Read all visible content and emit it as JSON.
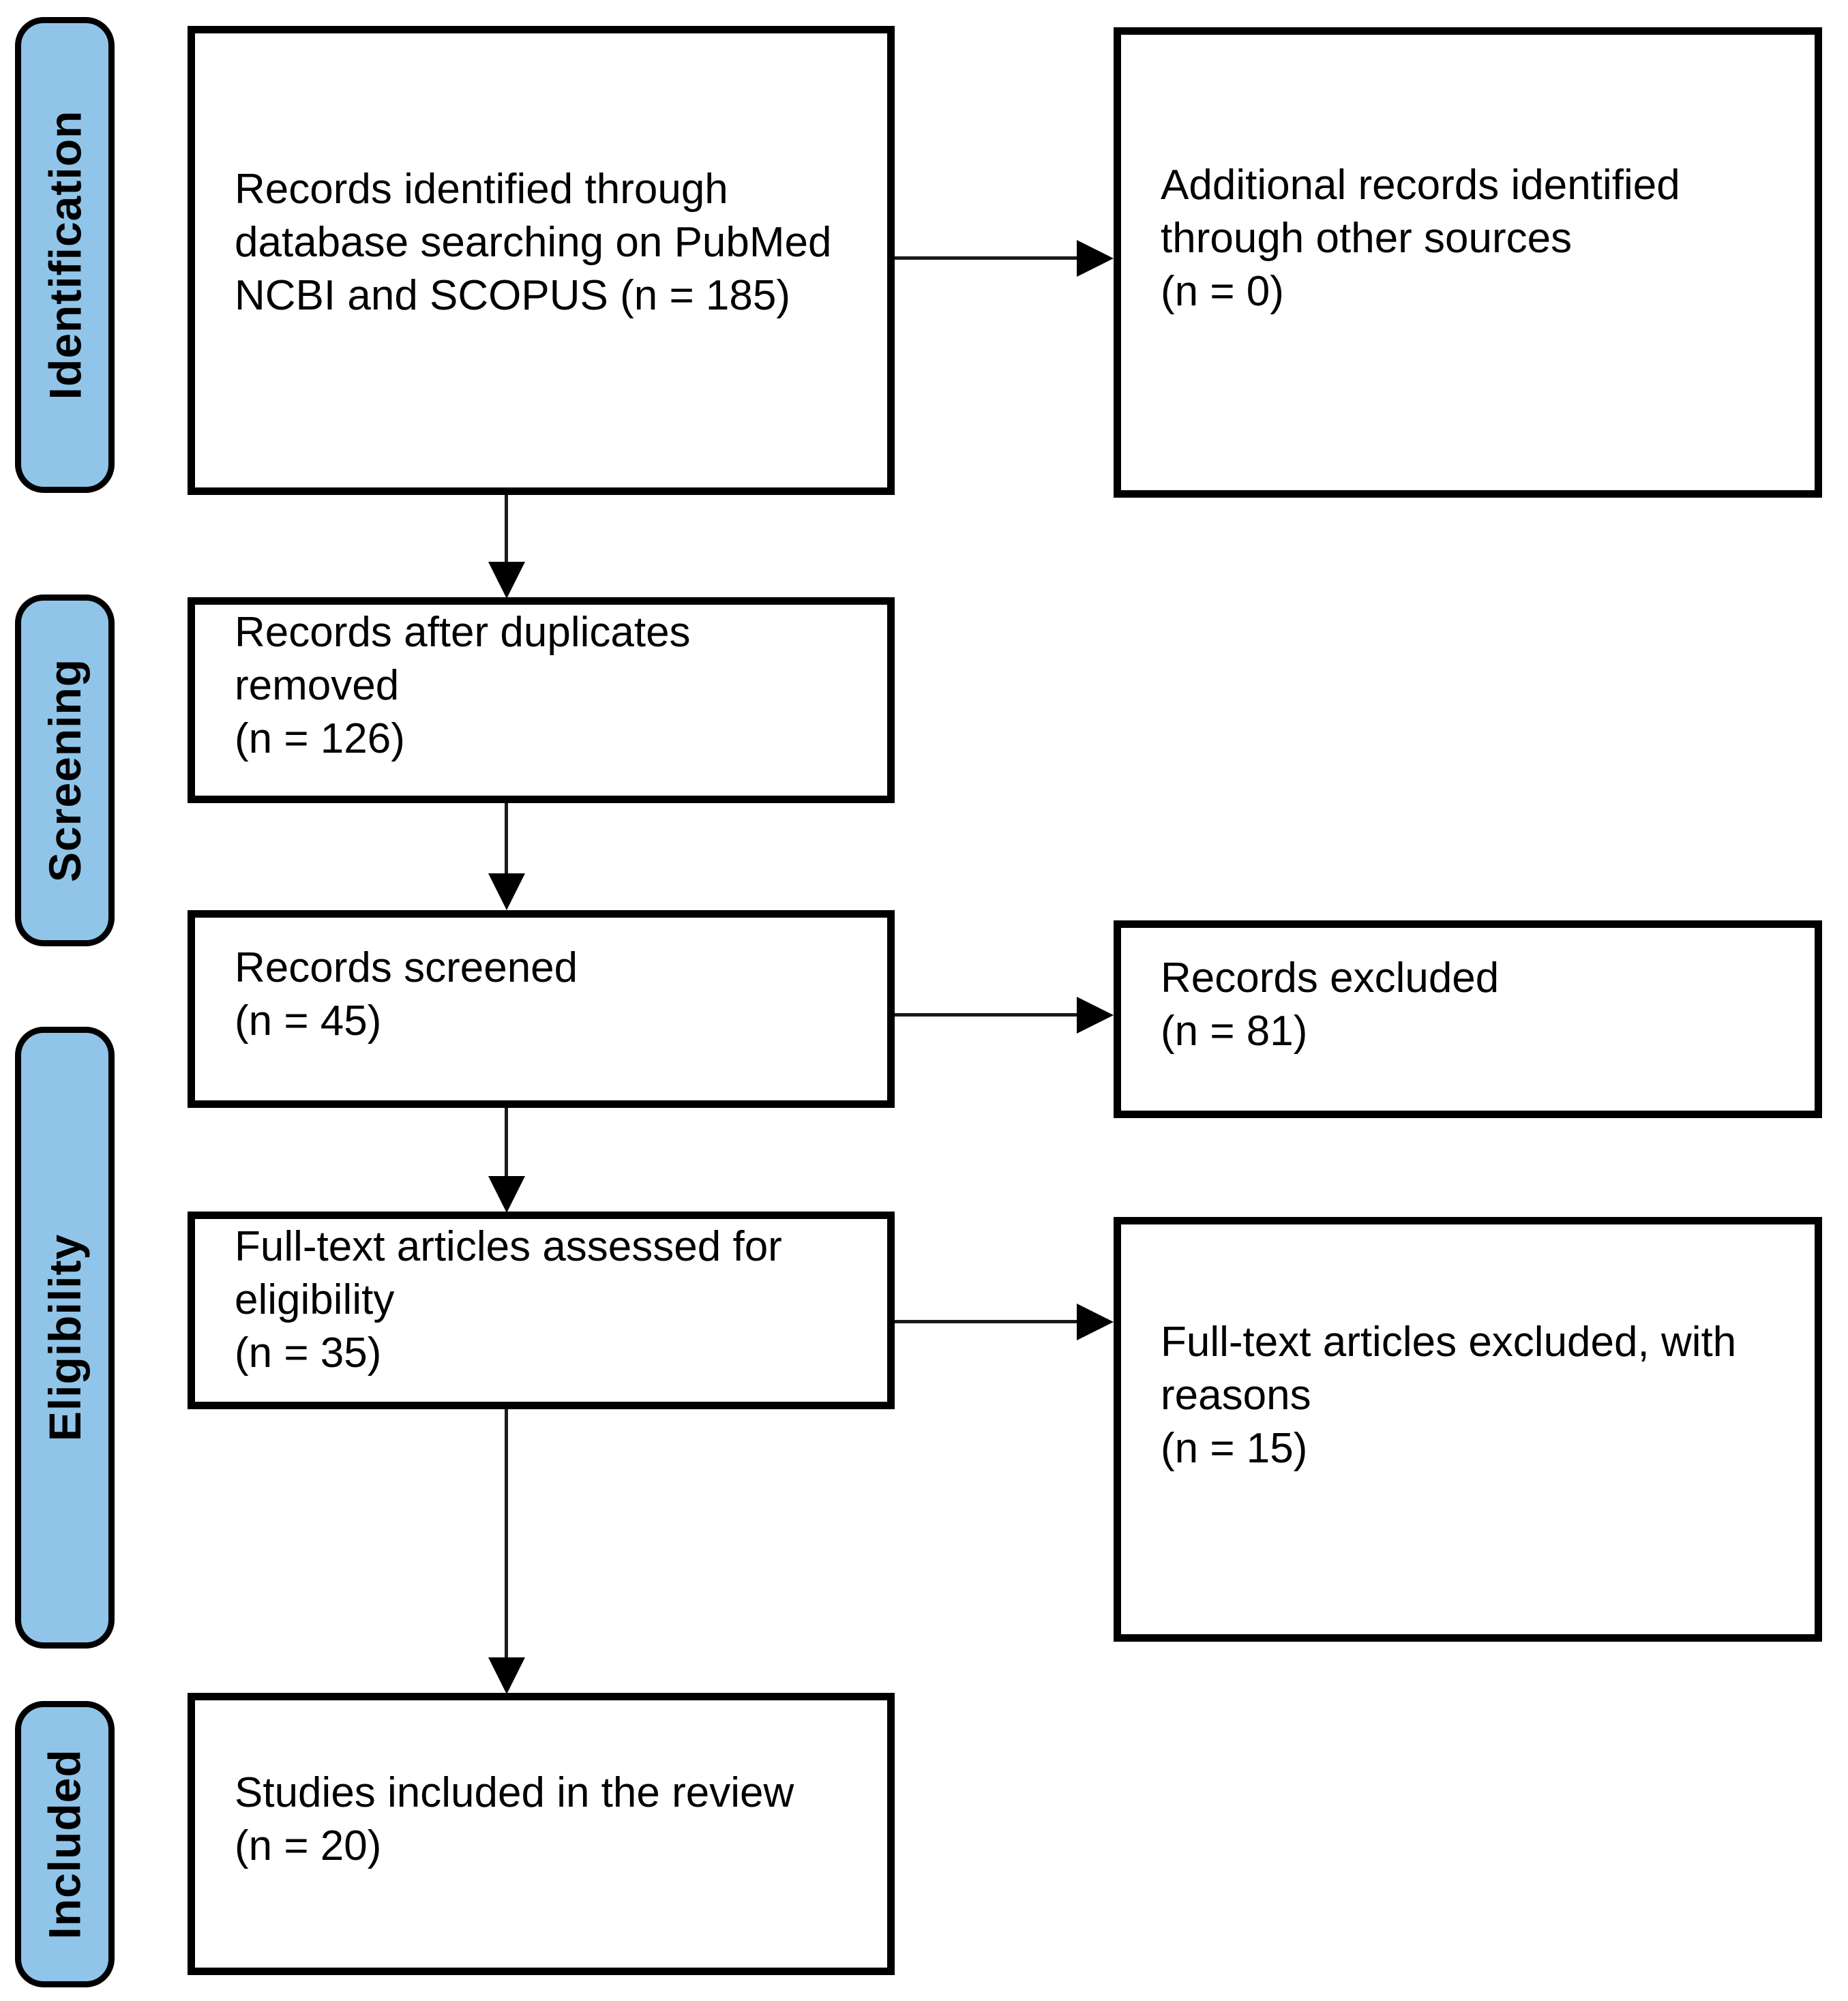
{
  "diagram": {
    "type": "prisma-flow-diagram",
    "background_color": "#ffffff",
    "stage_pill_color": "#90C5E9",
    "box_border_color": "#000000",
    "arrow_color": "#1a1a1a",
    "stages": [
      {
        "label": "Identification"
      },
      {
        "label": "Screening"
      },
      {
        "label": "Eligibility"
      },
      {
        "label": "Included"
      }
    ],
    "boxes": {
      "records_identified": {
        "lines": [
          "Records identified through",
          "database searching on PubMed",
          "NCBI and SCOPUS (n = 185)"
        ],
        "count": 185
      },
      "additional_records": {
        "lines": [
          "Additional records identified",
          "through other sources",
          "(n = 0)"
        ],
        "count": 0
      },
      "duplicates_removed": {
        "lines": [
          "Records after duplicates",
          "removed",
          "(n = 126)"
        ],
        "count": 126
      },
      "records_screened": {
        "lines": [
          "Records screened",
          "(n = 45)"
        ],
        "count": 45
      },
      "records_excluded": {
        "lines": [
          "Records excluded",
          "(n = 81)"
        ],
        "count": 81
      },
      "fulltext_assessed": {
        "lines": [
          "Full-text articles assessed for",
          "eligibility",
          "(n = 35)"
        ],
        "count": 35
      },
      "fulltext_excluded": {
        "lines": [
          "Full-text articles excluded, with",
          "reasons",
          "(n = 15)"
        ],
        "count": 15
      },
      "studies_included": {
        "lines": [
          "Studies included in the review",
          "(n = 20)"
        ],
        "count": 20
      }
    }
  }
}
